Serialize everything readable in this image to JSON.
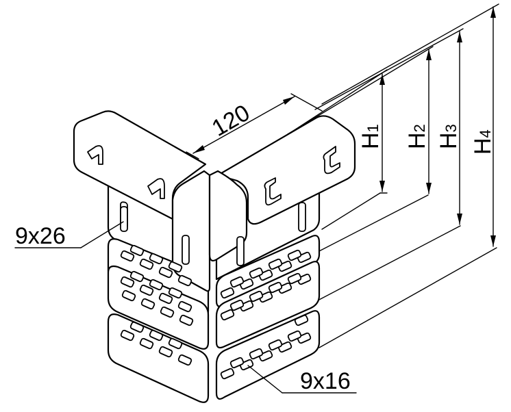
{
  "dimensions": {
    "width_label": "120",
    "slot_vertical": "9x26",
    "slot_perforation": "9x16",
    "heights": [
      {
        "letter": "H",
        "index": "1"
      },
      {
        "letter": "H",
        "index": "2"
      },
      {
        "letter": "H",
        "index": "3"
      },
      {
        "letter": "H",
        "index": "4"
      }
    ]
  }
}
